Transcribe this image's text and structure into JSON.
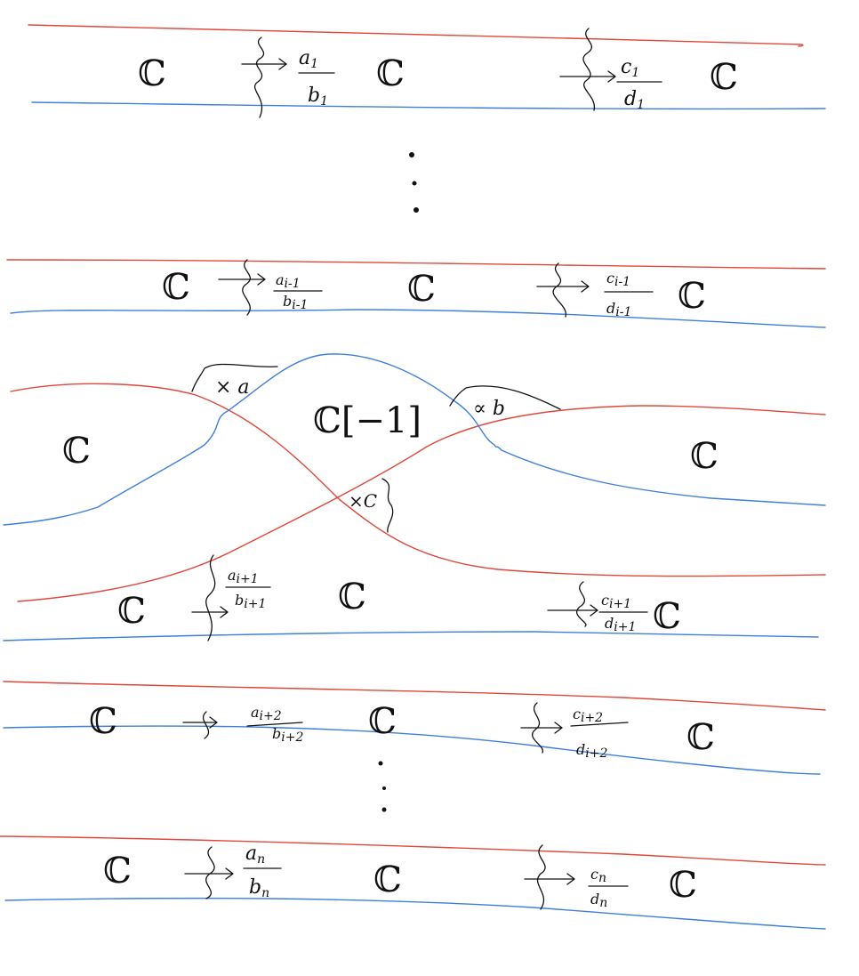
{
  "field": "ℂ",
  "middle_field": "ℂ[−1]",
  "rows": [
    {
      "f1": {
        "n": "a",
        "ni": "1",
        "d": "b",
        "di": "1"
      },
      "f2": {
        "n": "c",
        "ni": "1",
        "d": "d",
        "di": "1"
      }
    },
    {
      "f1": {
        "n": "a",
        "ni": "i-1",
        "d": "b",
        "di": "i-1"
      },
      "f2": {
        "n": "c",
        "ni": "i-1",
        "d": "d",
        "di": "i-1"
      }
    },
    {
      "f1": {
        "n": "a",
        "ni": "i+1",
        "d": "b",
        "di": "i+1"
      },
      "f2": {
        "n": "c",
        "ni": "i+1",
        "d": "d",
        "di": "i+1"
      }
    },
    {
      "f1": {
        "n": "a",
        "ni": "i+2",
        "d": "b",
        "di": "i+2"
      },
      "f2": {
        "n": "c",
        "ni": "i+2",
        "d": "d",
        "di": "i+2"
      }
    },
    {
      "f1": {
        "n": "a",
        "ni": "n",
        "d": "b",
        "di": "n"
      },
      "f2": {
        "n": "c",
        "ni": "n",
        "d": "d",
        "di": "n"
      }
    }
  ],
  "crossing_labels": {
    "left": "× a",
    "right": "∝ b",
    "bottom": "×C"
  },
  "colors": {
    "red": "#e0473a",
    "blue": "#3f7fdc",
    "ink": "#111111"
  }
}
